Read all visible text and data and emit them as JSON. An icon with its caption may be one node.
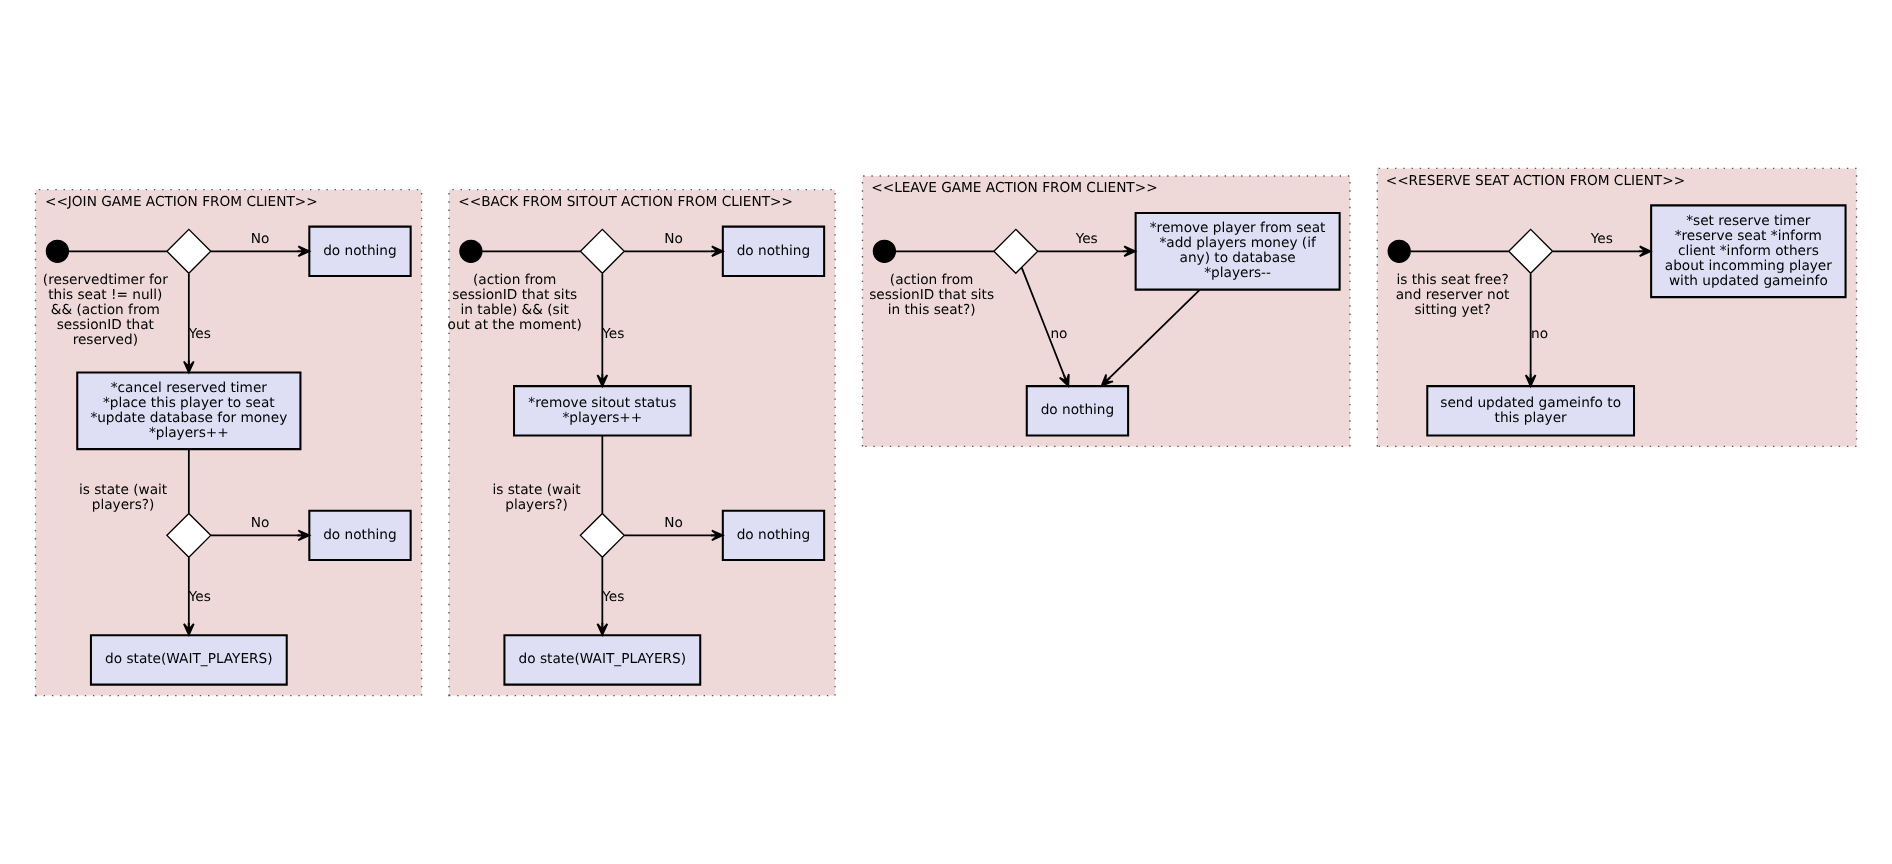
{
  "diagram": {
    "nodes": [
      {
        "text": [
          "<<JOIN GAME ACTION FROM CLIENT>>"
        ]
      },
      {
        "text": [],
        "shape": "circle",
        "in": 0
      },
      {
        "text": [],
        "shape": "diamond",
        "in": 0,
        "beside": [
          "(reservedtimer for this seat != null) && (action from sessionID that reserved)"
        ]
      },
      {
        "text": [
          "do nothing"
        ],
        "in": 0
      },
      {
        "text": [
          "*cancel reserved timer *place this player to seat *update database for money *players++"
        ],
        "in": 0
      },
      {
        "text": [],
        "shape": "diamond",
        "in": 0,
        "beside": [
          "is state (wait players?)"
        ]
      },
      {
        "text": [
          "do nothing"
        ],
        "in": 0
      },
      {
        "text": [
          "do state(WAIT_PLAYERS)"
        ],
        "in": 0
      },
      {
        "text": [
          "<<BACK FROM SITOUT ACTION FROM CLIENT>>"
        ]
      },
      {
        "text": [],
        "shape": "circle",
        "in": 8
      },
      {
        "text": [],
        "shape": "diamond",
        "in": 8,
        "beside": [
          "(action from sessionID that sits in table) && (sit out at the moment)"
        ]
      },
      {
        "text": [
          "do nothing"
        ],
        "in": 8
      },
      {
        "text": [
          "*remove sitout status *players++"
        ],
        "in": 8
      },
      {
        "text": [],
        "shape": "diamond",
        "in": 8,
        "beside": [
          "is state (wait players?)"
        ]
      },
      {
        "text": [
          "do nothing"
        ],
        "in": 8
      },
      {
        "text": [
          "do state(WAIT_PLAYERS)"
        ],
        "in": 8
      },
      {
        "text": [
          "<<LEAVE GAME ACTION FROM CLIENT>>"
        ]
      },
      {
        "text": [],
        "shape": "circle",
        "in": 16
      },
      {
        "text": [],
        "shape": "diamond",
        "in": 16,
        "beside": [
          "(action from sessionID that sits in this seat?)"
        ]
      },
      {
        "text": [
          "*remove player from seat *add players money (if any) to database *players--"
        ],
        "in": 16
      },
      {
        "text": [
          "do nothing"
        ],
        "in": 16
      },
      {
        "text": [
          "<<RESERVE SEAT ACTION FROM CLIENT>>"
        ]
      },
      {
        "text": [],
        "shape": "circle",
        "in": 21
      },
      {
        "text": [],
        "shape": "diamond",
        "in": 21,
        "beside": [
          "is this seat free? and reserver not sitting yet?"
        ]
      },
      {
        "text": [
          "*set reserve timer *reserve seat *inform client *inform others about incomming player with updated gameinfo"
        ],
        "in": 21
      },
      {
        "text": [
          "send updated gameinfo to this player"
        ],
        "in": 21
      }
    ],
    "edges": [
      {
        "from": 1,
        "to": 2,
        "arrow": "none"
      },
      {
        "from": 2,
        "to": 3,
        "arrow": "to",
        "label": "No"
      },
      {
        "from": 2,
        "to": 4,
        "arrow": "to",
        "label": "Yes"
      },
      {
        "from": 4,
        "to": 5,
        "arrow": "none"
      },
      {
        "from": 5,
        "to": 6,
        "arrow": "to",
        "label": "No"
      },
      {
        "from": 5,
        "to": 7,
        "arrow": "to",
        "label": "Yes"
      },
      {
        "from": 9,
        "to": 10,
        "arrow": "none"
      },
      {
        "from": 10,
        "to": 11,
        "arrow": "to",
        "label": "No"
      },
      {
        "from": 10,
        "to": 12,
        "arrow": "to",
        "label": "Yes"
      },
      {
        "from": 12,
        "to": 13,
        "arrow": "none"
      },
      {
        "from": 13,
        "to": 14,
        "arrow": "to",
        "label": "No"
      },
      {
        "from": 13,
        "to": 15,
        "arrow": "to",
        "label": "Yes"
      },
      {
        "from": 17,
        "to": 18,
        "arrow": "none"
      },
      {
        "from": 18,
        "to": 19,
        "arrow": "to",
        "label": "Yes"
      },
      {
        "from": 18,
        "to": 20,
        "arrow": "to",
        "label": "no"
      },
      {
        "from": 19,
        "to": 20,
        "arrow": "to"
      },
      {
        "from": 22,
        "to": 23,
        "arrow": "none"
      },
      {
        "from": 23,
        "to": 24,
        "arrow": "to",
        "label": "Yes"
      },
      {
        "from": 23,
        "to": 25,
        "arrow": "to",
        "label": "no"
      }
    ]
  }
}
